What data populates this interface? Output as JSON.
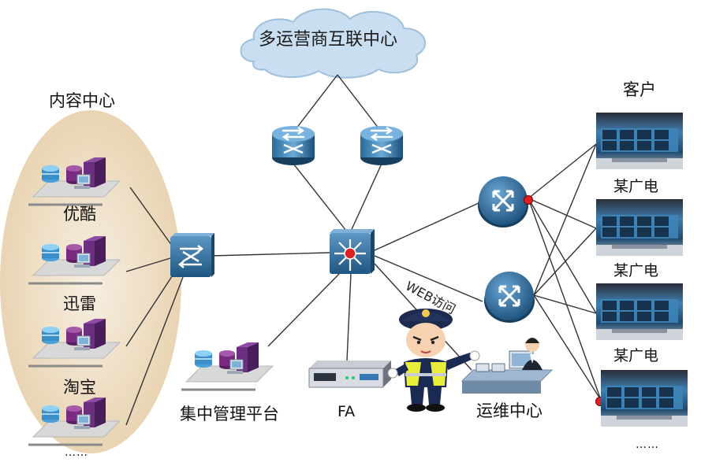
{
  "cloud": {
    "label": "多运营商互联中心"
  },
  "content_center": {
    "title": "内容中心",
    "providers": [
      "优酷",
      "迅雷",
      "淘宝"
    ],
    "more": "……"
  },
  "customers": {
    "title": "客户",
    "items": [
      "某广电",
      "某广电",
      "某广电"
    ],
    "more": "……"
  },
  "platform": {
    "label": "集中管理平台"
  },
  "fa": {
    "label": "FA"
  },
  "ops": {
    "label": "运维中心"
  },
  "web_link": {
    "label": "WEB访问"
  },
  "colors": {
    "device_blue": "#2f6f9c",
    "cloud": "#c9dff1",
    "ellipse": "#efe0c8",
    "alert_red": "#e02020"
  },
  "icons": [
    "cloud-icon",
    "router-icon",
    "switch-icon",
    "core-switch-icon",
    "server-group-icon",
    "appliance-icon",
    "police-mascot-icon",
    "operator-icon",
    "video-wall-icon"
  ]
}
